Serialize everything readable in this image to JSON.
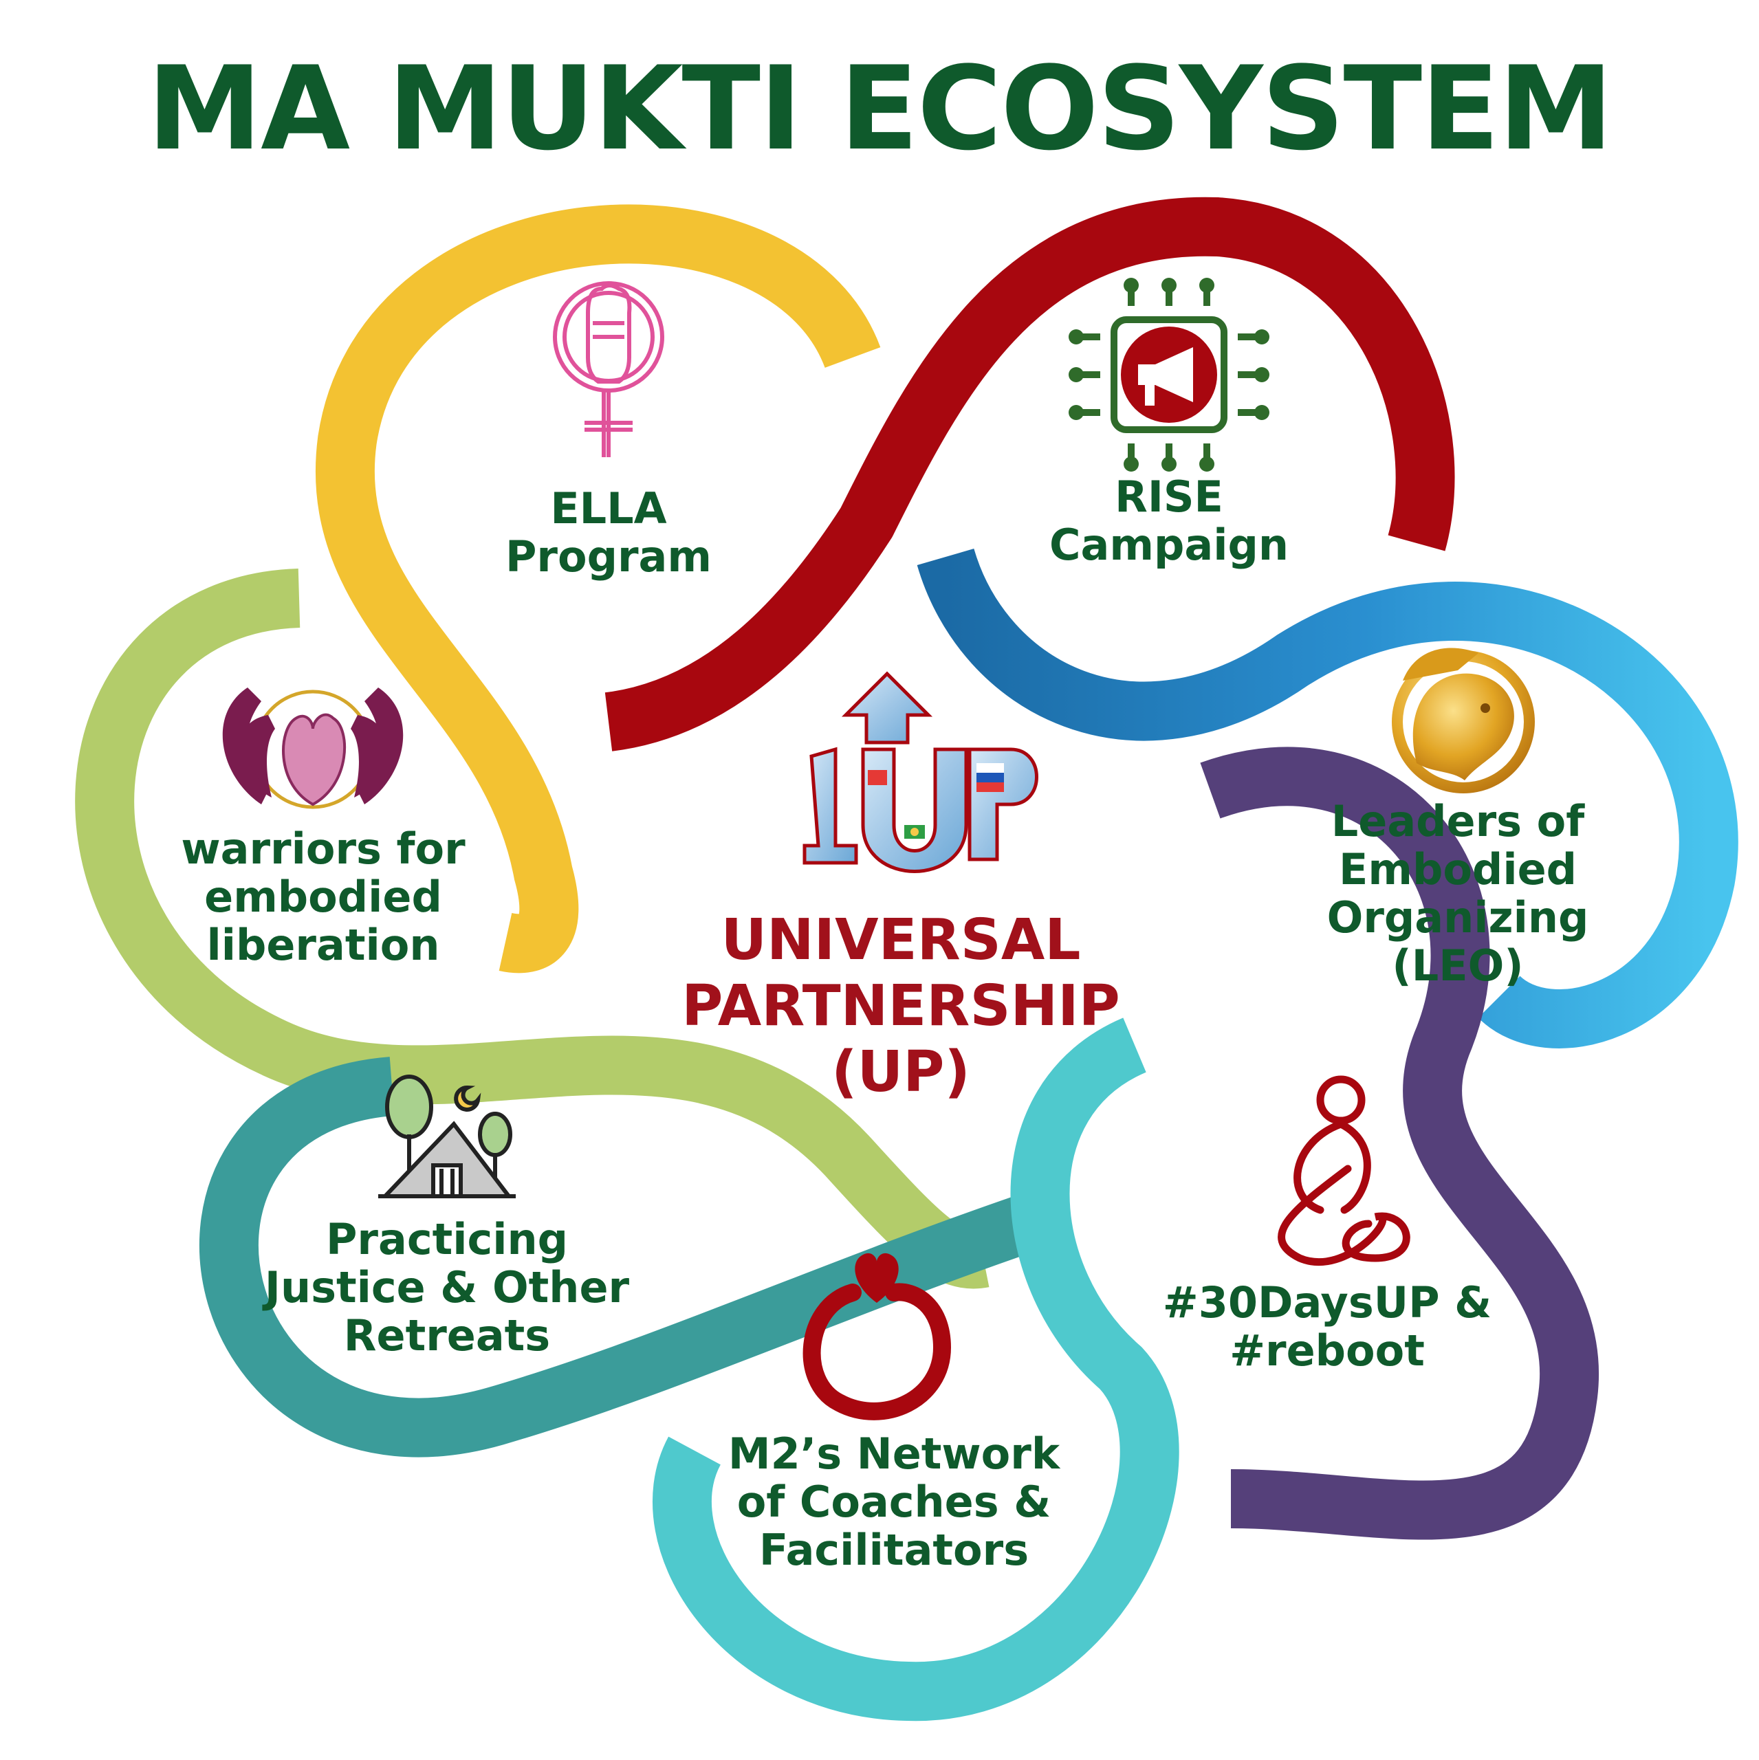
{
  "title": "MA MUKTI ECOSYSTEM",
  "center": {
    "lines": [
      "UNIVERSAL",
      "PARTNERSHIP",
      "(UP)"
    ],
    "logo_text": "UP",
    "icon": "up-arrow-globe-logo-icon"
  },
  "programs": [
    {
      "id": "ella",
      "lines": [
        "ELLA",
        "Program"
      ],
      "icon": "feminist-fist-icon",
      "arc_color": "#f3c232"
    },
    {
      "id": "rise",
      "lines": [
        "RISE",
        "Campaign"
      ],
      "icon": "megaphone-network-icon",
      "arc_color": "#a8070f"
    },
    {
      "id": "leo",
      "lines": [
        "Leaders of",
        "Embodied",
        "Organizing",
        "(LEO)"
      ],
      "icon": "lion-medallion-icon",
      "arc_color": "#43bfe8"
    },
    {
      "id": "30days",
      "lines": [
        "#30DaysUP &",
        "#reboot"
      ],
      "icon": "meditating-person-icon",
      "arc_color": "#55407a"
    },
    {
      "id": "m2",
      "lines": [
        "M2’s Network",
        "of Coaches &",
        "Facilitators"
      ],
      "icon": "heart-circle-icon",
      "arc_color": "#4fc9cd"
    },
    {
      "id": "retreats",
      "lines": [
        "Practicing",
        "Justice & Other",
        "Retreats"
      ],
      "icon": "cabin-trees-icon",
      "arc_color": "#3b9c9a"
    },
    {
      "id": "warriors",
      "lines": [
        "warriors for",
        "embodied",
        "liberation"
      ],
      "icon": "winged-heart-icon",
      "arc_color": "#b3cc6a"
    }
  ],
  "colors": {
    "title": "#0f5a2c",
    "labels": "#0f5a2c",
    "center_text": "#a1111b",
    "dark_red": "#a8070f",
    "pink": "#e0529a",
    "gold": "#d99a1b",
    "purple": "#7a1c4e",
    "dark_green": "#2f6b2a"
  }
}
